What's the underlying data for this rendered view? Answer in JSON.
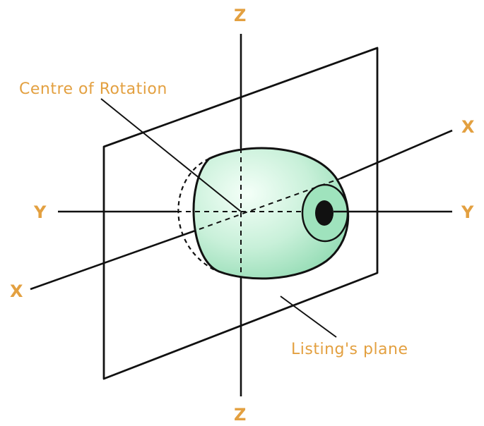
{
  "labels": {
    "centre_of_rotation": "Centre of Rotation",
    "listings_plane": "Listing's plane",
    "axis_z_top": "Z",
    "axis_z_bottom": "Z",
    "axis_y_left": "Y",
    "axis_y_right": "Y",
    "axis_x_right": "X",
    "axis_x_left": "X"
  },
  "colors": {
    "label": "#e3a040",
    "eyeball_fill_light": "#f3fff7",
    "eyeball_fill": "#c4efd6",
    "eyeball_fill_dark": "#94deb6",
    "iris": "#9fe3bd",
    "pupil": "#111111",
    "line": "#111111"
  }
}
